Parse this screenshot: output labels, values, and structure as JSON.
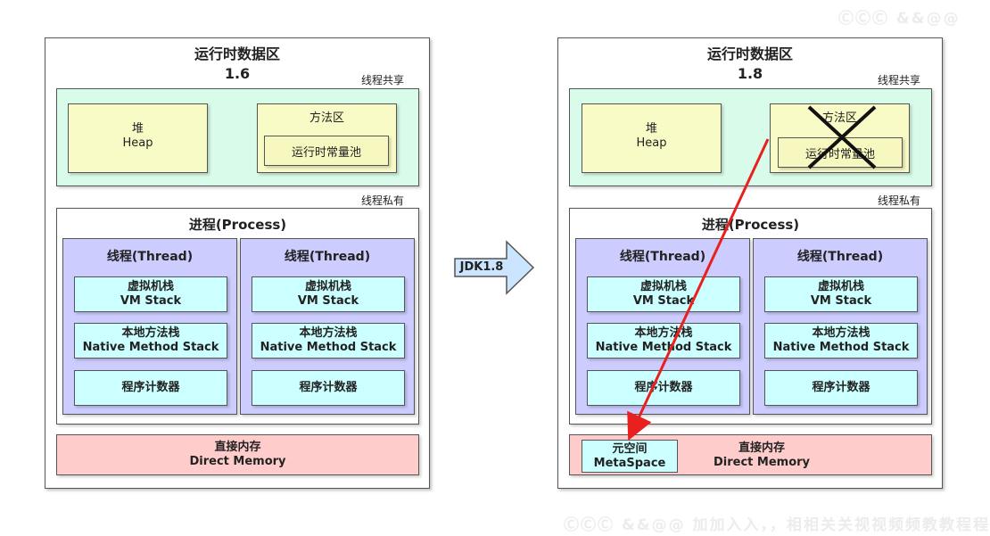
{
  "watermark_top": "ⒸⒸⒸ &&@@",
  "watermark_bottom": "ⒸⒸⒸ &&@@ 加加入入，，相相关关视视频频教教程程",
  "arrow_label": "JDK1.8",
  "left": {
    "title": "运行时数据区",
    "version": "1.6",
    "shared_label": "线程共享",
    "heap": [
      "堆",
      "Heap"
    ],
    "method_area": "方法区",
    "constant_pool": "运行时常量池",
    "private_label": "线程私有",
    "process": "进程(Process)",
    "threads": [
      {
        "title": "线程(Thread)",
        "vm_stack": [
          "虚拟机栈",
          "VM Stack"
        ],
        "native_stack": [
          "本地方法栈",
          "Native Method Stack"
        ],
        "pc": "程序计数器"
      },
      {
        "title": "线程(Thread)",
        "vm_stack": [
          "虚拟机栈",
          "VM Stack"
        ],
        "native_stack": [
          "本地方法栈",
          "Native Method Stack"
        ],
        "pc": "程序计数器"
      }
    ],
    "direct": [
      "直接内存",
      "Direct Memory"
    ]
  },
  "right": {
    "title": "运行时数据区",
    "version": "1.8",
    "shared_label": "线程共享",
    "heap": [
      "堆",
      "Heap"
    ],
    "method_area": "方法区",
    "constant_pool": "运行时常量池",
    "private_label": "线程私有",
    "process": "进程(Process)",
    "threads": [
      {
        "title": "线程(Thread)",
        "vm_stack": [
          "虚拟机栈",
          "VM Stack"
        ],
        "native_stack": [
          "本地方法栈",
          "Native Method Stack"
        ],
        "pc": "程序计数器"
      },
      {
        "title": "线程(Thread)",
        "vm_stack": [
          "虚拟机栈",
          "VM Stack"
        ],
        "native_stack": [
          "本地方法栈",
          "Native Method Stack"
        ],
        "pc": "程序计数器"
      }
    ],
    "metaspace": [
      "元空间",
      "MetaSpace"
    ],
    "direct": [
      "直接内存",
      "Direct Memory"
    ]
  },
  "colors": {
    "shared_bg": "#d9fbe9",
    "heap_bg": "#f8fbc6",
    "thread_bg": "#ccccff",
    "stack_bg": "#ccffff",
    "direct_bg": "#ffcccc",
    "red_arrow": "#e82020"
  }
}
